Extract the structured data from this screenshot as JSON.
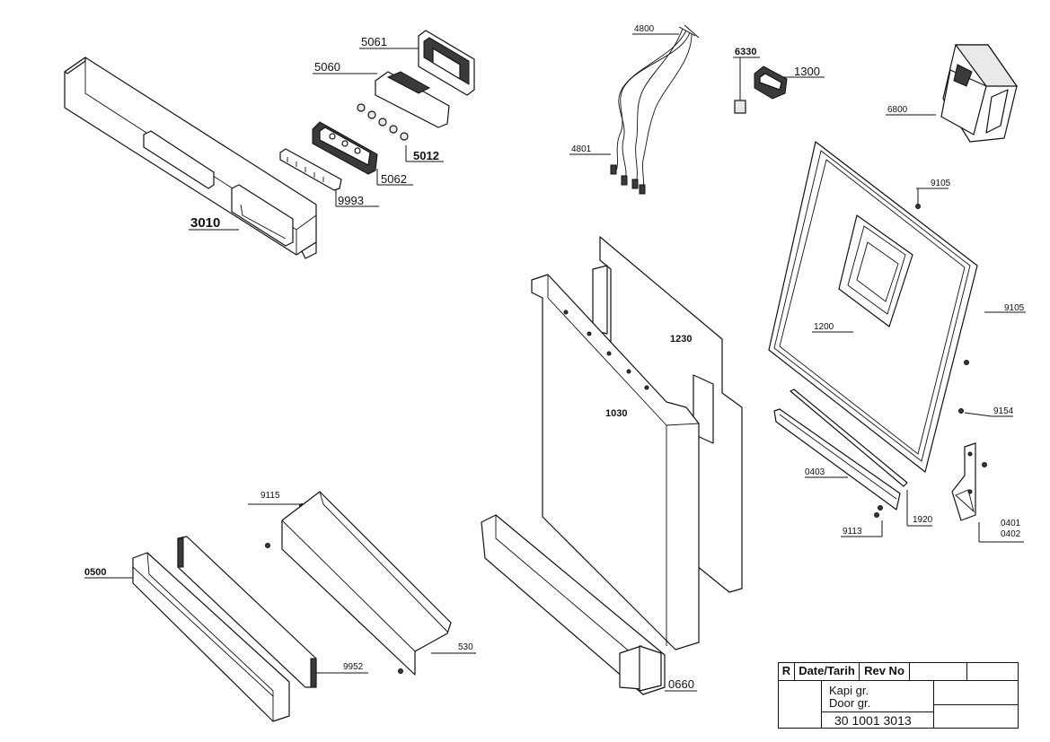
{
  "labels": {
    "p5061": "5061",
    "p5060": "5060",
    "p5012": "5012",
    "p5062": "5062",
    "p9993": "9993",
    "p3010": "3010",
    "p4800": "4800",
    "p4801": "4801",
    "p6330": "6330",
    "p1300": "1300",
    "p6800": "6800",
    "p9105a": "9105",
    "p9105b": "9105",
    "p1200": "1200",
    "p9154": "9154",
    "p1230": "1230",
    "p1030": "1030",
    "p0403": "0403",
    "p1920": "1920",
    "p9113": "9113",
    "p0401": "0401",
    "p0402": "0402",
    "p9115": "9115",
    "p0500": "0500",
    "p9952": "9952",
    "p530": "530",
    "p0660": "0660"
  },
  "title_block": {
    "rev_marker": "R",
    "date_header": "Date/Tarih",
    "rev_no_header": "Rev No",
    "name_tr": "Kapi gr.",
    "name_en": "Door gr.",
    "drawing_no": "30 1001 3013"
  }
}
